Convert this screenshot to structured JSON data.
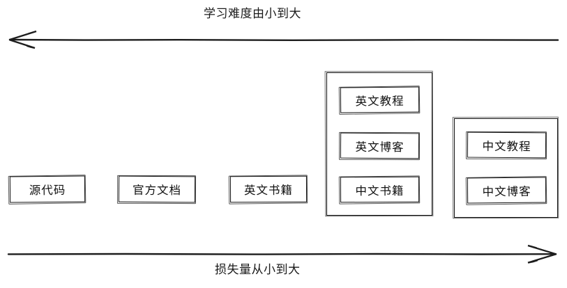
{
  "diagram": {
    "title_top": "学习难度由小到大",
    "title_bottom": "损失量从小到大",
    "axes": {
      "top": {
        "label": "学习难度由小到大",
        "direction": "left",
        "arrow": "arrow-left-icon"
      },
      "bottom": {
        "label": "损失量从小到大",
        "direction": "right",
        "arrow": "arrow-right-icon"
      }
    },
    "nodes": [
      {
        "id": "source-code",
        "label": "源代码"
      },
      {
        "id": "official-docs",
        "label": "官方文档"
      },
      {
        "id": "english-books",
        "label": "英文书籍"
      }
    ],
    "groups": [
      {
        "id": "english-group",
        "items": [
          {
            "id": "english-tutorial",
            "label": "英文教程"
          },
          {
            "id": "english-blog",
            "label": "英文博客"
          },
          {
            "id": "chinese-books",
            "label": "中文书籍"
          }
        ]
      },
      {
        "id": "chinese-group",
        "items": [
          {
            "id": "chinese-tutorial",
            "label": "中文教程"
          },
          {
            "id": "chinese-blog",
            "label": "中文博客"
          }
        ]
      }
    ],
    "colors": {
      "background": "#ffffff",
      "stroke": "#111111",
      "text": "#1a1a1a"
    }
  }
}
